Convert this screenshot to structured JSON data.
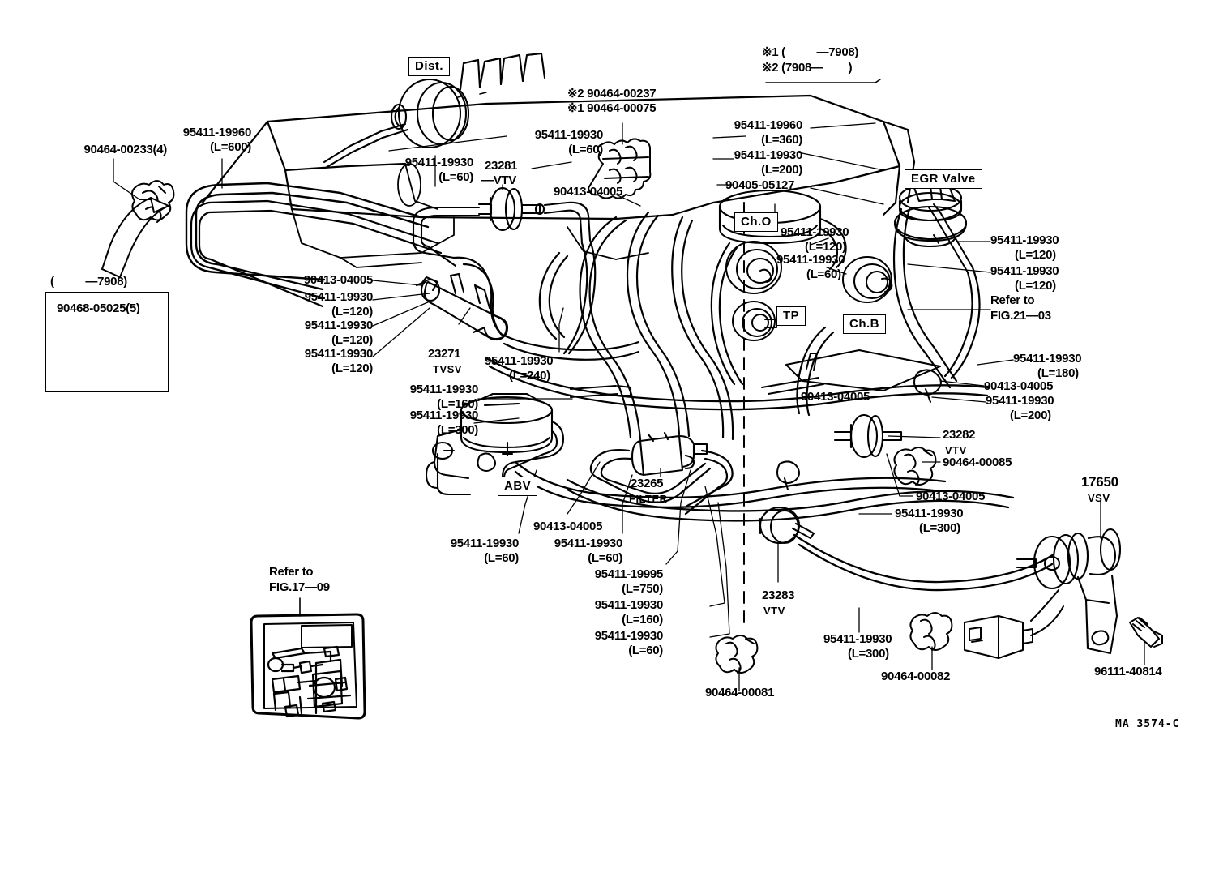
{
  "diagram": {
    "title": "Toyota Vacuum Piping Diagram",
    "signature": "MA 3574-C",
    "notes": {
      "note1": "※1 (          —7908)",
      "note2": "※2 (7908—        )"
    },
    "boxed_labels": {
      "dist": "Dist.",
      "egr_valve": "EGR  Valve",
      "ch_o": "Ch.O",
      "ch_b": "Ch.B",
      "tp": "TP",
      "abv": "ABV"
    },
    "refer_notes": {
      "fig2103_line1": "Refer to",
      "fig2103_line2": "FIG.21—03",
      "fig1709_line1": "Refer to",
      "fig1709_line2": "FIG.17—09"
    },
    "inset": {
      "range_label": "(          —7908)",
      "part": "90468-05025(5)"
    },
    "labels": [
      {
        "id": "l01",
        "text": "90464-00233(4)"
      },
      {
        "id": "l02",
        "text": "95411-19960",
        "sub": "(L=600)"
      },
      {
        "id": "l03",
        "text": "95411-19930",
        "sub": "(L=60)"
      },
      {
        "id": "l04",
        "text": "95411-19930",
        "sub": "(L=60)"
      },
      {
        "id": "l05",
        "text": "23281",
        "sub": "—VTV"
      },
      {
        "id": "l06",
        "text": "※2 90464-00237"
      },
      {
        "id": "l07",
        "text": "※1 90464-00075"
      },
      {
        "id": "l08",
        "text": "90413-04005"
      },
      {
        "id": "l09",
        "text": "95411-19960",
        "sub": "(L=360)"
      },
      {
        "id": "l10",
        "text": "95411-19930",
        "sub": "(L=200)"
      },
      {
        "id": "l11",
        "text": "90405-05127"
      },
      {
        "id": "l12",
        "text": "95411-19930",
        "sub": "(L=120)"
      },
      {
        "id": "l13",
        "text": "95411-19930",
        "sub": "(L=60)"
      },
      {
        "id": "l14",
        "text": "95411-19930",
        "sub": "(L=120)"
      },
      {
        "id": "l15",
        "text": "95411-19930",
        "sub": "(L=120)"
      },
      {
        "id": "l16",
        "text": "90413-04005"
      },
      {
        "id": "l17",
        "text": "95411-19930",
        "sub": "(L=120)"
      },
      {
        "id": "l18",
        "text": "95411-19930",
        "sub": "(L=120)"
      },
      {
        "id": "l19",
        "text": "95411-19930",
        "sub": "(L=120)"
      },
      {
        "id": "l20",
        "text": "23271",
        "sub": "TVSV"
      },
      {
        "id": "l21",
        "text": "95411-19930",
        "sub": "(L=240)"
      },
      {
        "id": "l22",
        "text": "95411-19930",
        "sub": "(L=160)"
      },
      {
        "id": "l23",
        "text": "95411-19930",
        "sub": "(L=300)"
      },
      {
        "id": "l24",
        "text": "95411-19930",
        "sub": "(L=180)"
      },
      {
        "id": "l25",
        "text": "90413-04005"
      },
      {
        "id": "l26",
        "text": "95411-19930",
        "sub": "(L=200)"
      },
      {
        "id": "l27",
        "text": "90413-04005"
      },
      {
        "id": "l28",
        "text": "23282",
        "sub": "VTV"
      },
      {
        "id": "l29",
        "text": "90464-00085"
      },
      {
        "id": "l30",
        "text": "90413-04005"
      },
      {
        "id": "l31",
        "text": "95411-19930",
        "sub": "(L=300)"
      },
      {
        "id": "l32",
        "text": "17650",
        "sub": "VSV"
      },
      {
        "id": "l33",
        "text": "23265",
        "sub": "FILTER"
      },
      {
        "id": "l34",
        "text": "90413-04005"
      },
      {
        "id": "l35",
        "text": "95411-19930",
        "sub": "(L=60)"
      },
      {
        "id": "l36",
        "text": "95411-19930",
        "sub": "(L=60)"
      },
      {
        "id": "l37",
        "text": "95411-19995",
        "sub": "(L=750)"
      },
      {
        "id": "l38",
        "text": "95411-19930",
        "sub": "(L=160)"
      },
      {
        "id": "l39",
        "text": "95411-19930",
        "sub": "(L=60)"
      },
      {
        "id": "l40",
        "text": "23283",
        "sub": "VTV"
      },
      {
        "id": "l41",
        "text": "90464-00081"
      },
      {
        "id": "l42",
        "text": "95411-19930",
        "sub": "(L=300)"
      },
      {
        "id": "l43",
        "text": "90464-00082"
      },
      {
        "id": "l44",
        "text": "96111-40814"
      }
    ]
  }
}
